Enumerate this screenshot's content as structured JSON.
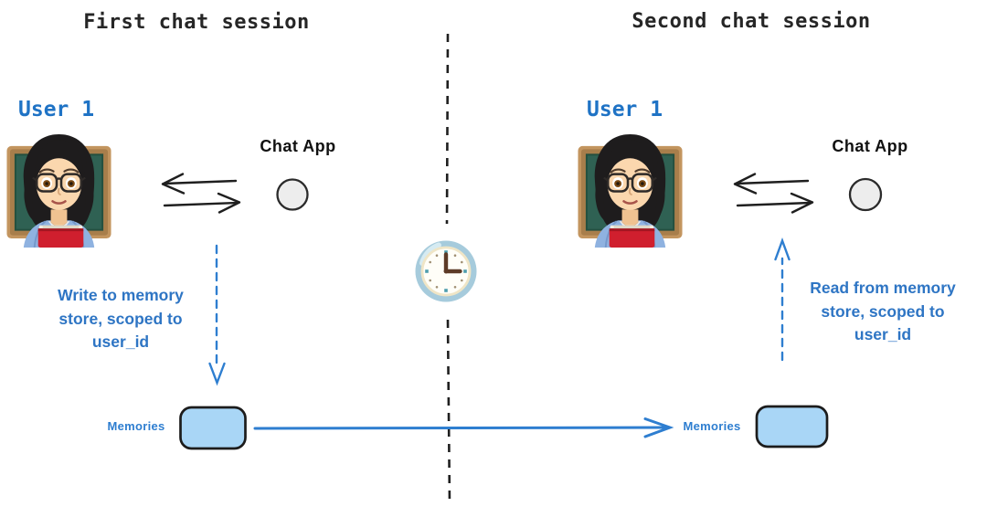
{
  "colors": {
    "background": "#ffffff",
    "ink": "#1f1f1f",
    "blue_accent": "#2e7ed0",
    "note_blue": "#2e75c4",
    "user_label_blue": "#1f73c5",
    "memory_box_fill": "#a9d6f6",
    "memory_box_stroke": "#1c1c1c",
    "chat_circle_fill": "#ededed",
    "clock_ring": "#a6cbdc",
    "clock_face": "#fffef8",
    "clock_hands": "#5d3b27"
  },
  "sessions": [
    {
      "title": "First chat session",
      "user_label": "User 1",
      "user_icon": "woman-teacher-emoji",
      "app_label": "Chat App",
      "app_icon": "circle-node",
      "note_lines": [
        "Write to memory",
        "store, scoped to",
        "user_id"
      ],
      "memory_label": "Memories",
      "memory_arrow_direction": "down"
    },
    {
      "title": "Second chat session",
      "user_label": "User 1",
      "user_icon": "woman-teacher-emoji",
      "app_label": "Chat App",
      "app_icon": "circle-node",
      "note_lines": [
        "Read from memory",
        "store, scoped to",
        "user_id"
      ],
      "memory_label": "Memories",
      "memory_arrow_direction": "up"
    }
  ],
  "divider": {
    "icon": "clock-three-oclock",
    "line_style": "dashed-vertical"
  },
  "memory_transfer": {
    "icon": "solid-right-arrow",
    "from": "memories-left",
    "to": "memories-right"
  }
}
